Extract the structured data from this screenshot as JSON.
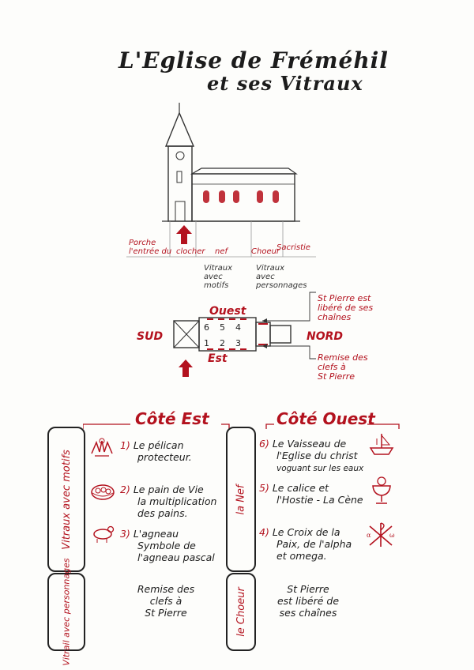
{
  "title": {
    "line1": "L'Eglise de Fréméhil",
    "line2": "et ses Vitraux"
  },
  "elevation_labels": {
    "porche": [
      "Porche",
      "l'entrée du"
    ],
    "clocher": "clocher",
    "nef": "nef",
    "choeur": "Choeur",
    "sacristie": "Sacristie",
    "vitraux_motifs": [
      "Vitraux",
      "avec",
      "motifs"
    ],
    "vitraux_personnages": [
      "Vitraux",
      "avec",
      "personnages"
    ]
  },
  "plan": {
    "ouest": "Ouest",
    "est": "Est",
    "sud": "SUD",
    "nord": "NORD",
    "top_numbers": [
      "6",
      "5",
      "4"
    ],
    "bottom_numbers": [
      "1",
      "2",
      "3"
    ],
    "note_top": [
      "St Pierre est",
      "libéré de ses",
      "chaînes"
    ],
    "note_bottom": [
      "Remise des",
      "clefs à",
      "St Pierre"
    ]
  },
  "sections": {
    "cote_est": "Côté Est",
    "cote_ouest": "Côté Ouest"
  },
  "side_boxes": {
    "vitraux_motifs": "Vitraux avec motifs",
    "vitrail_personnages": "Vitrail avec personnages",
    "la_nef": "la Nef",
    "le_choeur": "le Choeur"
  },
  "est_items": [
    {
      "num": "1)",
      "lines": [
        "Le pélican",
        "protecteur."
      ],
      "icon": "pelican-icon"
    },
    {
      "num": "2)",
      "lines": [
        "Le pain de Vie",
        "la multiplication",
        "des pains."
      ],
      "icon": "bread-basket-icon"
    },
    {
      "num": "3)",
      "lines": [
        "L'agneau",
        "Symbole de",
        "l'agneau pascal"
      ],
      "icon": "lamb-icon"
    }
  ],
  "ouest_items": [
    {
      "num": "6)",
      "lines": [
        "Le Vaisseau de",
        "l'Eglise du christ",
        "voguant sur les eaux"
      ],
      "icon": "ship-icon"
    },
    {
      "num": "5)",
      "lines": [
        "Le calice et",
        "l'Hostie - La Cène"
      ],
      "icon": "chalice-icon"
    },
    {
      "num": "4)",
      "lines": [
        "Le Croix de la",
        "Paix, de l'alpha",
        "et omega."
      ],
      "icon": "chi-rho-icon"
    }
  ],
  "choeur": {
    "est": [
      "Remise des",
      "clefs à",
      "St Pierre"
    ],
    "ouest": [
      "St Pierre",
      "est libéré de",
      "ses chaînes"
    ]
  },
  "colors": {
    "accent": "#b3121e",
    "ink": "#1c1c1c"
  }
}
